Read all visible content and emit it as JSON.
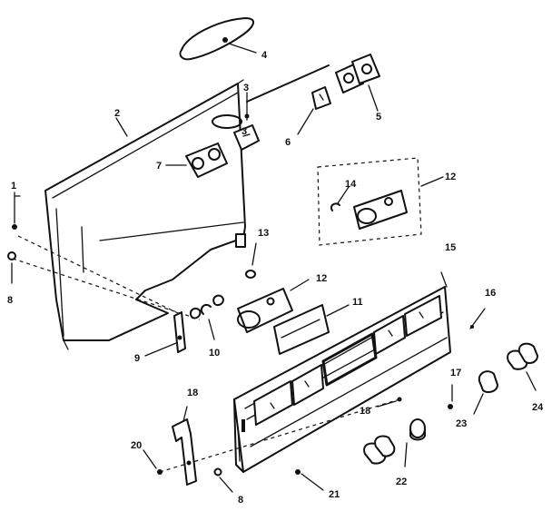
{
  "callouts": [
    {
      "id": "c1",
      "text": "1"
    },
    {
      "id": "c2",
      "text": "2"
    },
    {
      "id": "c3a",
      "text": "3"
    },
    {
      "id": "c3b",
      "text": "3"
    },
    {
      "id": "c4",
      "text": "4"
    },
    {
      "id": "c5",
      "text": "5"
    },
    {
      "id": "c6",
      "text": "6"
    },
    {
      "id": "c7",
      "text": "7"
    },
    {
      "id": "c8a",
      "text": "8"
    },
    {
      "id": "c8b",
      "text": "8"
    },
    {
      "id": "c9",
      "text": "9"
    },
    {
      "id": "c10",
      "text": "10"
    },
    {
      "id": "c11",
      "text": "11"
    },
    {
      "id": "c12a",
      "text": "12"
    },
    {
      "id": "c12b",
      "text": "12"
    },
    {
      "id": "c13",
      "text": "13"
    },
    {
      "id": "c14",
      "text": "14"
    },
    {
      "id": "c15",
      "text": "15"
    },
    {
      "id": "c16",
      "text": "16"
    },
    {
      "id": "c17",
      "text": "17"
    },
    {
      "id": "c18a",
      "text": "18"
    },
    {
      "id": "c18b",
      "text": "18"
    },
    {
      "id": "c20",
      "text": "20"
    },
    {
      "id": "c21",
      "text": "21"
    },
    {
      "id": "c22",
      "text": "22"
    },
    {
      "id": "c23",
      "text": "23"
    },
    {
      "id": "c24",
      "text": "24"
    }
  ]
}
